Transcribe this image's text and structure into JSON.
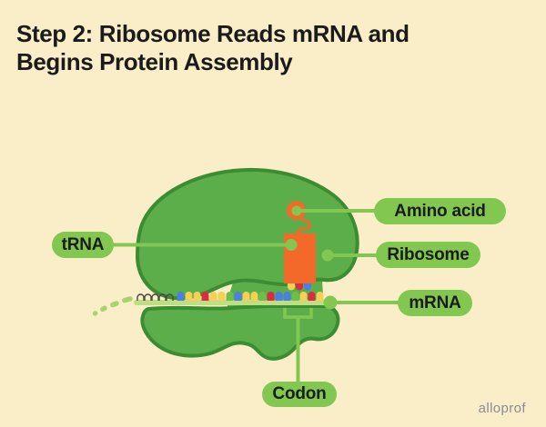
{
  "title": {
    "lines": [
      "Step 2: Ribosome Reads mRNA and",
      "Begins Protein Assembly"
    ]
  },
  "labels": {
    "amino_acid": "Amino acid",
    "ribosome": "Ribosome",
    "trna": "tRNA",
    "mrna": "mRNA",
    "codon": "Codon"
  },
  "watermark": "alloprof",
  "colors": {
    "background": "#FAEEC8",
    "blob_fill": "#5BAE4A",
    "blob_stroke": "#3C8C32",
    "accent_green": "#82C850",
    "strand_green": "#BEDE82",
    "dash_green": "#A9D36E",
    "orange": "#F3692A",
    "base_yellow": "#F6CF55",
    "base_red": "#DE2B44",
    "base_blue": "#4B7FE1",
    "base_green": "#6DBE4B",
    "base_outline": "#4A4A42",
    "text": "#1B1B1B",
    "watermark": "#8B8B93"
  },
  "figure": {
    "mrna_unread_bases": 5,
    "mrna_bases": [
      "blue",
      "yellow",
      "yellow",
      "red",
      "yellow",
      "yellow",
      "green",
      "blue",
      "yellow",
      "yellow",
      "green",
      "red",
      "blue",
      "blue",
      "green",
      "yellow",
      "red",
      "yellow"
    ],
    "codon_indices": [
      13,
      14,
      15
    ],
    "trna_anticodon": [
      "yellow",
      "red",
      "blue"
    ]
  }
}
